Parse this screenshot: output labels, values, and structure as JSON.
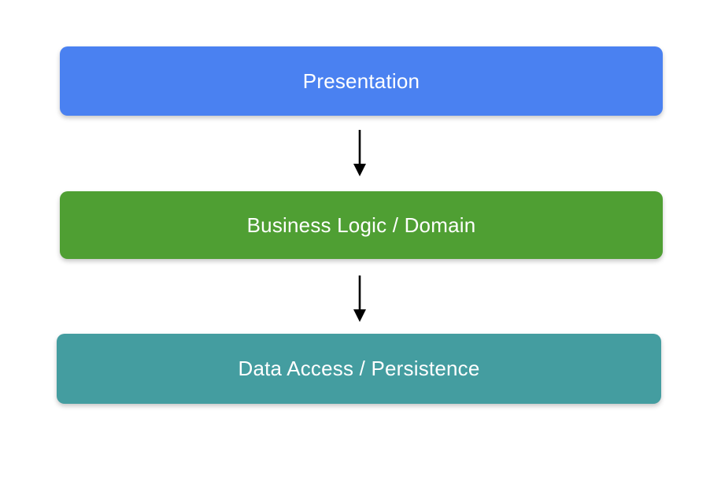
{
  "diagram": {
    "title": "layered-architecture",
    "background_color": "#ffffff",
    "text_color": "#ffffff",
    "arrow_color": "#000000",
    "layers": [
      {
        "label": "Presentation",
        "color": "#4a81f1"
      },
      {
        "label": "Business Logic / Domain",
        "color": "#4f9f33"
      },
      {
        "label": "Data Access / Persistence",
        "color": "#449da0"
      }
    ],
    "connections": [
      {
        "from": "Presentation",
        "to": "Business Logic / Domain"
      },
      {
        "from": "Business Logic / Domain",
        "to": "Data Access / Persistence"
      }
    ]
  }
}
